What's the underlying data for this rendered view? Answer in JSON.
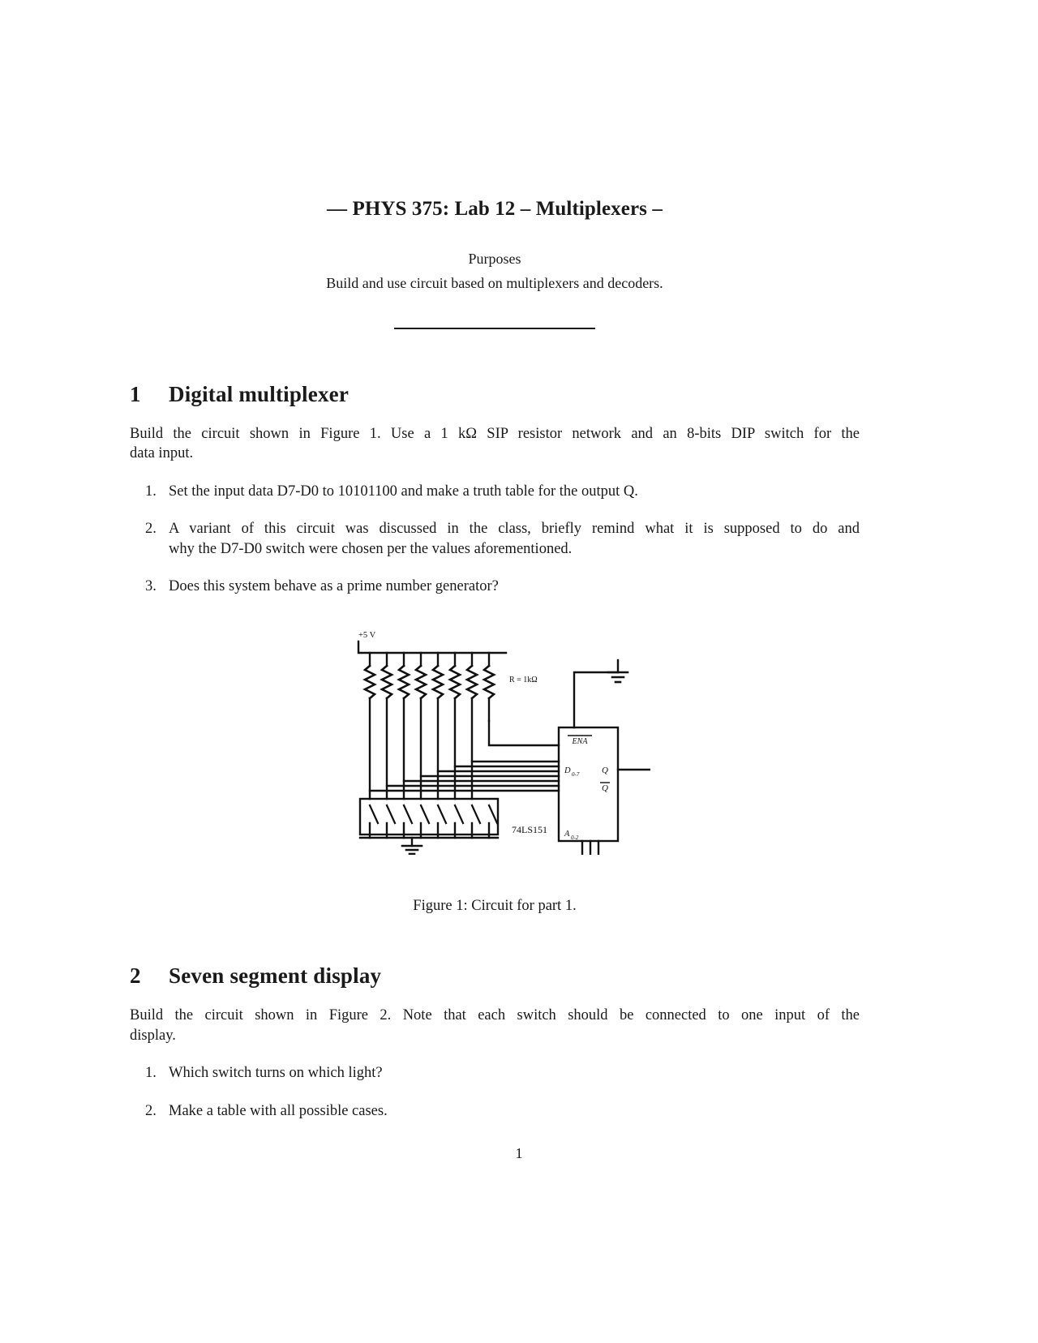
{
  "document": {
    "title": "— PHYS 375: Lab 12 – Multiplexers –",
    "purposes_label": "Purposes",
    "purposes_text": "Build and use circuit based on multiplexers and decoders.",
    "page_number": "1"
  },
  "sections": [
    {
      "number": "1",
      "heading": "Digital multiplexer",
      "paragraph_lines": [
        "Build the circuit shown in Figure 1. Use a 1 kΩ SIP resistor network and an 8-bits DIP switch for the",
        "data input."
      ],
      "items": [
        {
          "marker": "1.",
          "lines": [
            "Set the input data D7-D0 to 10101100 and make a truth table for the output Q."
          ]
        },
        {
          "marker": "2.",
          "lines": [
            "A variant of this circuit was discussed in the class, briefly remind what it is supposed to do and",
            "why the D7-D0 switch were chosen per the values aforementioned."
          ]
        },
        {
          "marker": "3.",
          "lines": [
            "Does this system behave as a prime number generator?"
          ]
        }
      ]
    },
    {
      "number": "2",
      "heading": "Seven segment display",
      "paragraph_lines": [
        "Build the circuit shown in Figure 2. Note that each switch should be connected to one input of the",
        "display."
      ],
      "items": [
        {
          "marker": "1.",
          "lines": [
            "Which switch turns on which light?"
          ]
        },
        {
          "marker": "2.",
          "lines": [
            "Make a table with all possible cases."
          ]
        }
      ]
    }
  ],
  "figure": {
    "caption": "Figure 1: Circuit for part 1.",
    "labels": {
      "supply": "+5 V",
      "resistor_value": "R = 1kΩ",
      "enable": "ENA",
      "data_inputs": "D",
      "data_inputs_sub": "0-7",
      "output_q": "Q",
      "output_qbar": "Q",
      "address": "A",
      "address_sub": "0-2",
      "chip": "74LS151"
    },
    "resistor_count": 8,
    "switch_count": 8
  }
}
